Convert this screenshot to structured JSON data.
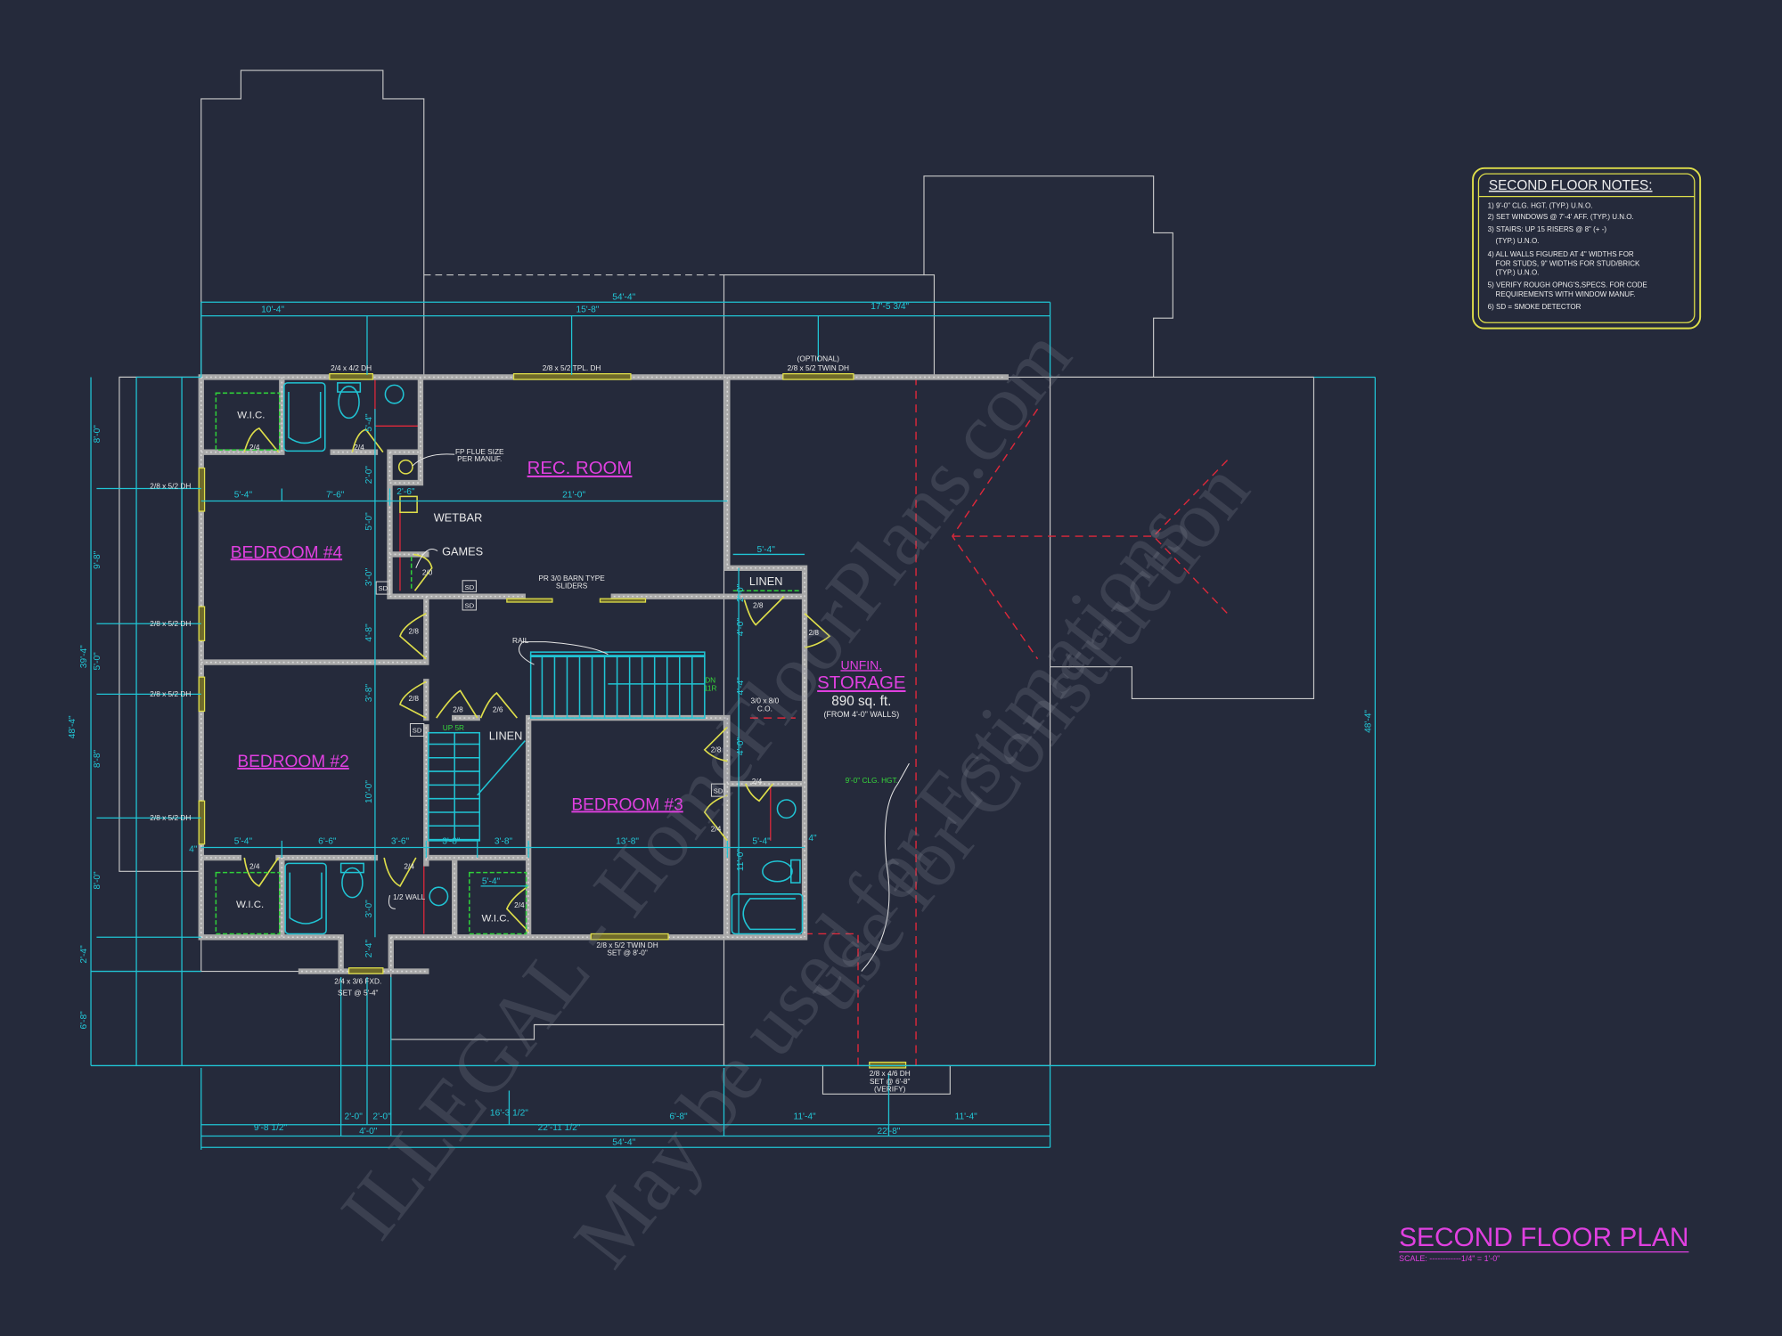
{
  "drawing": {
    "title": "SECOND FLOOR PLAN",
    "scale": "SCALE: ------------1/4\" = 1'-0\""
  },
  "notes": {
    "heading": "SECOND FLOOR NOTES:",
    "items": [
      "1) 9'-0\"  CLG. HGT. (TYP.) U.N.O.",
      "2) SET WINDOWS @ 7'-4' AFF. (TYP.) U.N.O.",
      "3) STAIRS: UP 15 RISERS @ 8\" (+ -)",
      "(TYP.) U.N.O.",
      "4) ALL WALLS FIGURED AT 4\" WIDTHS FOR",
      "FOR STUDS, 9\" WIDTHS FOR STUD/BRICK",
      "(TYP.) U.N.O.",
      "5) VERIFY ROUGH OPNG'S,SPECS. FOR CODE",
      "REQUIREMENTS WITH WINDOW MANUF.",
      "6) SD = SMOKE DETECTOR"
    ]
  },
  "rooms": {
    "rec_room": "REC. ROOM",
    "bedroom_4": "BEDROOM #4",
    "bedroom_2": "BEDROOM #2",
    "bedroom_3": "BEDROOM #3",
    "storage_prefix": "UNFIN.",
    "storage": "STORAGE",
    "storage_area": "890 sq. ft.",
    "storage_note": "(FROM 4'-0\" WALLS)"
  },
  "labels": {
    "wic_1": "W.I.C.",
    "wic_2": "W.I.C.",
    "wic_3": "W.I.C.",
    "linen_1": "LINEN",
    "linen_2": "LINEN",
    "wetbar": "WETBAR",
    "games": "GAMES",
    "flue_1": "FP FLUE SIZE",
    "flue_2": "PER MANUF.",
    "barn_1": "PR 3/0 BARN TYPE",
    "barn_2": "SLIDERS",
    "rail": "RAIL",
    "half_wall": "1/2 WALL",
    "co_1": "3/0 x 8/0",
    "co_2": "C.O.",
    "stair_down": "DN",
    "stair_down_risers": "11R",
    "stair_up": "UP 5R",
    "ceiling_height": "9'-0\" CLG. HGT."
  },
  "windows": {
    "w_top_1": "2/4 x 4/2 DH",
    "w_top_2": "2/8 x 5/2 TPL. DH",
    "w_top_3a": "(OPTIONAL)",
    "w_top_3b": "2/8 x 5/2 TWIN DH",
    "w_left": [
      "2/8 x 5/2 DH",
      "2/8 x 5/2 DH",
      "2/8 x 5/2 DH",
      "2/8 x 5/2 DH"
    ],
    "w_bot_1a": "2/8 x 5/2 TWIN DH",
    "w_bot_1b": "SET @ 8'-0\"",
    "w_bot_2a": "2/4 x 3/6 FXD.",
    "w_bot_2b": "SET @ 5'-4\"",
    "w_bot_3a": "2/8 x 4/6 DH",
    "w_bot_3b": "SET @ 6'-8\"",
    "w_bot_3c": "(VERIFY)"
  },
  "doors": [
    "2/4",
    "2/4",
    "2/4",
    "2/4",
    "2/4",
    "2/4",
    "2/4",
    "2/0",
    "2/8",
    "2/8",
    "2/8",
    "2/8",
    "2/8",
    "2/8",
    "2/6"
  ],
  "smoke_detector": "SD",
  "dimensions": {
    "top": [
      "54'-4\"",
      "10'-4\"",
      "15'-8\"",
      "17'-5 3/4\""
    ],
    "interior": [
      "5'-4\"",
      "7'-6\"",
      "21'-0\"",
      "2'-6\"",
      "5'-4\"",
      "5'-4\"",
      "6'-6\"",
      "3'-6\"",
      "3'-8\"",
      "3'-8\"",
      "13'-8\"",
      "5'-4\"",
      "4\"",
      "4\"",
      "5'-4\""
    ],
    "vertical": [
      "5'-4\"",
      "2'-0\"",
      "5'-0\"",
      "3'-0\"",
      "4'-8\"",
      "3'-8\"",
      "10'-0\"",
      "3'-0\"",
      "2'-4\"",
      "2'-0\"",
      "4'-0\"",
      "4'-4\"",
      "4'-0\"",
      "11'-0\""
    ],
    "left": [
      "8'-0\"",
      "9'-8\"",
      "5'-0\"",
      "8'-8\"",
      "8'-0\"",
      "39'-4\"",
      "48'-4\"",
      "2'-4\"",
      "6'-8\""
    ],
    "right": [
      "48'-4\""
    ],
    "bottom": [
      "9'-8 1/2\"",
      "2'-0\"",
      "2'-0\"",
      "4'-0\"",
      "16'-3 1/2\"",
      "22'-11 1/2\"",
      "6'-8\"",
      "11'-4\"",
      "22'-8\"",
      "11'-4\"",
      "54'-4\""
    ]
  },
  "watermark": [
    "ILLEGAL - HomeFloorPlans.com",
    "use for Construction",
    "May be used for Estimations"
  ],
  "colors": {
    "background": "#252a3b",
    "room_labels": "#e040e0",
    "dimensions": "#20c4d4",
    "windows_doors": "#dede4a",
    "walls": "#a9a9a9",
    "roof_lines": "#e0283a",
    "closets_notes_green": "#2fcf3a"
  }
}
